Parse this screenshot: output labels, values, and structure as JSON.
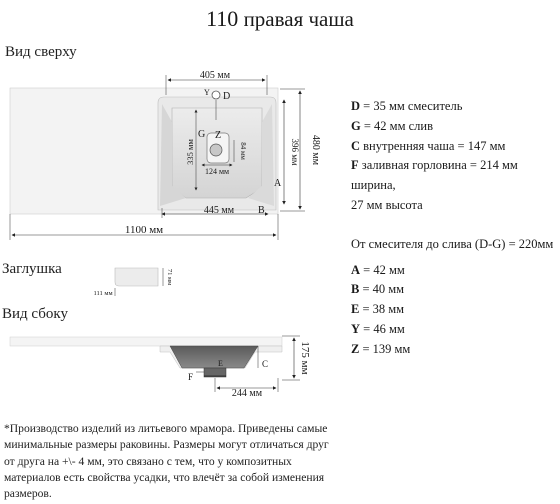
{
  "title": {
    "number": "110",
    "text": "правая чаша"
  },
  "sections": {
    "top_view": "Вид сверху",
    "plug": "Заглушка",
    "side_view": "Вид сбоку"
  },
  "top_view": {
    "dim_width_bowl": "405 мм",
    "dim_height_total": "480 мм",
    "dim_height_inner": "396 мм",
    "dim_bowl_depth": "335 мм",
    "dim_small_84": "84 мм",
    "dim_small_124": "124 мм",
    "dim_445": "445 мм",
    "dim_total_width": "1100 мм",
    "labels": {
      "Y": "Y",
      "D": "D",
      "G": "G",
      "Z": "Z",
      "A": "A",
      "B": "B"
    }
  },
  "plug": {
    "dim_w": "111 мм",
    "dim_h": "71 мм"
  },
  "side_view": {
    "dim_height": "175 мм",
    "dim_244": "244 мм",
    "labels": {
      "C": "C",
      "E": "E",
      "F": "F"
    }
  },
  "specs": [
    {
      "key": "D",
      "text": " = 35 мм смеситель"
    },
    {
      "key": "G",
      "text": " = 42 мм слив"
    },
    {
      "key": "C",
      "text": " внутренняя чаша = 147 мм"
    },
    {
      "key": "F",
      "text": " заливная горловина = 214 мм"
    },
    {
      "key": "",
      "text": "ширина,"
    },
    {
      "key": "",
      "text": "27 мм высота"
    }
  ],
  "faucet_drain": "От смесителя до слива (D-G) = 220мм",
  "specs2": [
    {
      "key": "A",
      "text": " = 42 мм"
    },
    {
      "key": "B",
      "text": " = 40 мм"
    },
    {
      "key": "E",
      "text": " = 38 мм"
    },
    {
      "key": "Y",
      "text": " = 46 мм"
    },
    {
      "key": "Z",
      "text": " = 139 мм"
    }
  ],
  "note": "*Производство изделий из литьевого мрамора. Приведены самые минимальные размеры раковины. Размеры могут отличаться друг от друга на +\\- 4 мм, это связано с тем, что у композитных материалов есть свойства усадки, что влечёт за собой изменения размеров."
}
